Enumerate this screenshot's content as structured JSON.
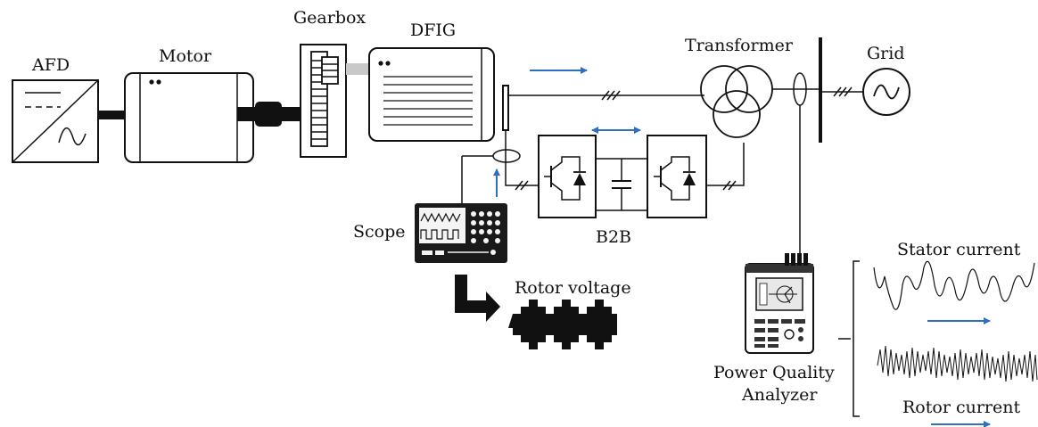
{
  "labels": {
    "afd": "AFD",
    "motor": "Motor",
    "gearbox": "Gearbox",
    "dfig": "DFIG",
    "transformer": "Transformer",
    "grid": "Grid",
    "scope": "Scope",
    "b2b": "B2B",
    "rotor_voltage": "Rotor voltage",
    "pqa_line1": "Power Quality",
    "pqa_line2": "Analyzer",
    "stator_current": "Stator current",
    "rotor_current": "Rotor current"
  },
  "colors": {
    "flow_arrow": "#2f6fbf",
    "line": "#111111"
  }
}
